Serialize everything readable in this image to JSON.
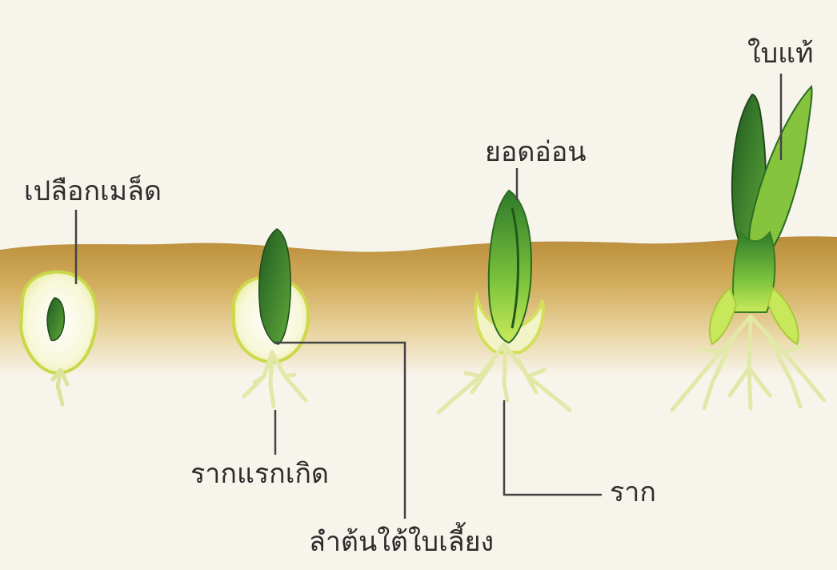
{
  "labels": {
    "seed_coat": "เปลือกเมล็ด",
    "young_shoot": "ยอดอ่อน",
    "true_leaf": "ใบแท้",
    "radicle": "รากแรกเกิด",
    "root": "ราก",
    "hypocotyl": "ลำต้นใต้ใบเลี้ยง"
  },
  "colors": {
    "background": "#f7f4ec",
    "soil": "#c9a24a",
    "leaf_dark": "#2f6b2a",
    "leaf_light": "#b7e04a",
    "root": "#e8eeb0",
    "line": "#444444"
  }
}
